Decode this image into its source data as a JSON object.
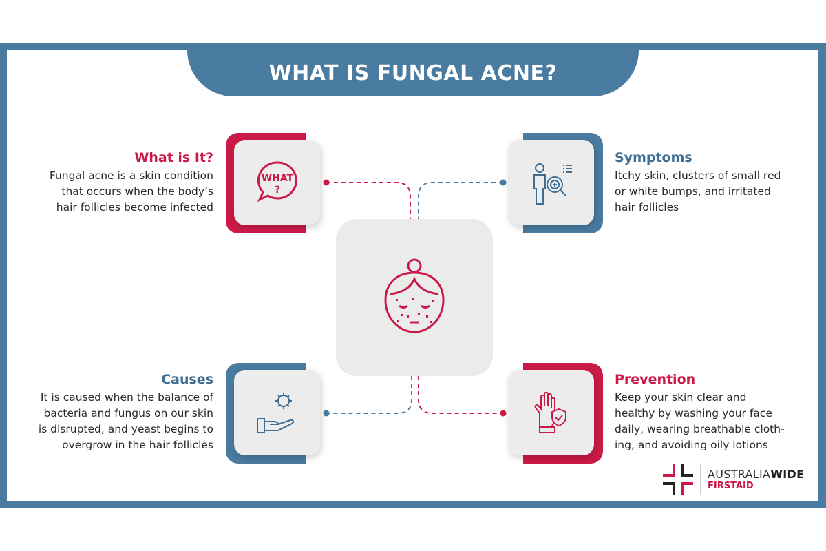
{
  "title": "WHAT IS FUNGAL ACNE?",
  "sections": {
    "what": {
      "heading": "What is It?",
      "lines": [
        "Fungal acne is a skin condition",
        "that occurs when the body’s",
        "hair follicles become infected"
      ],
      "icon": "what-speech-bubble-icon"
    },
    "symptoms": {
      "heading": "Symptoms",
      "lines": [
        "Itchy skin, clusters of small red",
        "or white bumps, and irritated",
        "hair follicles"
      ],
      "icon": "person-magnifier-icon"
    },
    "causes": {
      "heading": "Causes",
      "lines": [
        "It is caused when the balance of",
        "bacteria and fungus on our skin",
        "is disrupted, and yeast begins to",
        "overgrow in the hair follicles"
      ],
      "icon": "hand-germ-icon"
    },
    "prevention": {
      "heading": "Prevention",
      "lines": [
        "Keep your skin clear and",
        "healthy by washing your face",
        "daily, wearing breathable cloth-",
        "ing, and avoiding oily lotions"
      ],
      "icon": "hand-shield-icon"
    }
  },
  "center_icon": "face-acne-icon",
  "logo": {
    "line1_a": "AUSTRALIA",
    "line1_b": "WIDE",
    "line2": "FIRSTAID"
  },
  "colors": {
    "red": "#cc1a48",
    "blue": "#4a7ba0",
    "box": "#ececec"
  }
}
